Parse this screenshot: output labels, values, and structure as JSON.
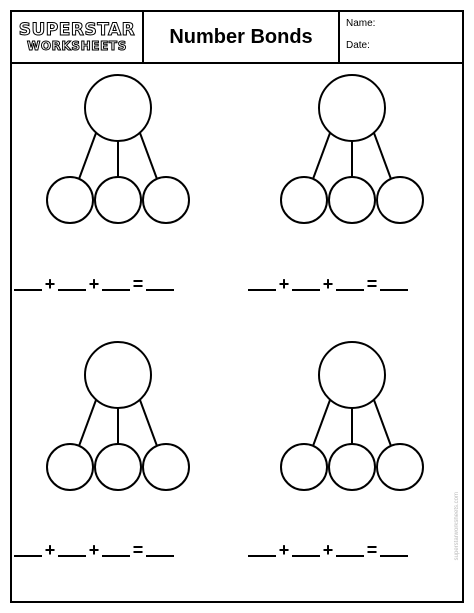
{
  "header": {
    "logo_line1": "SUPERSTAR",
    "logo_line2": "WORKSHEETS",
    "title": "Number Bonds",
    "name_label": "Name:",
    "date_label": "Date:"
  },
  "watermark": "superstarworksheets.com",
  "equation": {
    "plus": "+",
    "equals": "="
  },
  "bonds": [
    {
      "parts": 3
    },
    {
      "parts": 3
    },
    {
      "parts": 3
    },
    {
      "parts": 3
    }
  ]
}
